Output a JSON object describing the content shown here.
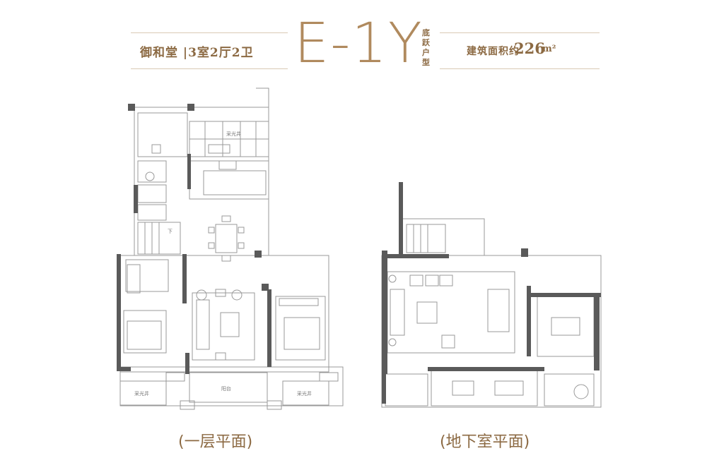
{
  "header": {
    "project_name": "御和堂",
    "layout": "|3室2厅2卫",
    "unit_code": "E-1Y",
    "unit_type_vertical": "底跃户型",
    "area_label": "建筑面积约",
    "area_value": "226",
    "area_unit": "m²"
  },
  "plans": {
    "first_floor_caption": "(一层平面)",
    "basement_caption": "(地下室平面)"
  },
  "rooms": {
    "skylight_top": "采光井",
    "skylight_left": "采光井",
    "skylight_right": "采光井",
    "balcony": "阳台",
    "stairs_down": "下"
  },
  "colors": {
    "gold": "#b08a5e",
    "brown_text": "#8c6a43",
    "wall": "#5a5a5a",
    "line": "#999999"
  }
}
